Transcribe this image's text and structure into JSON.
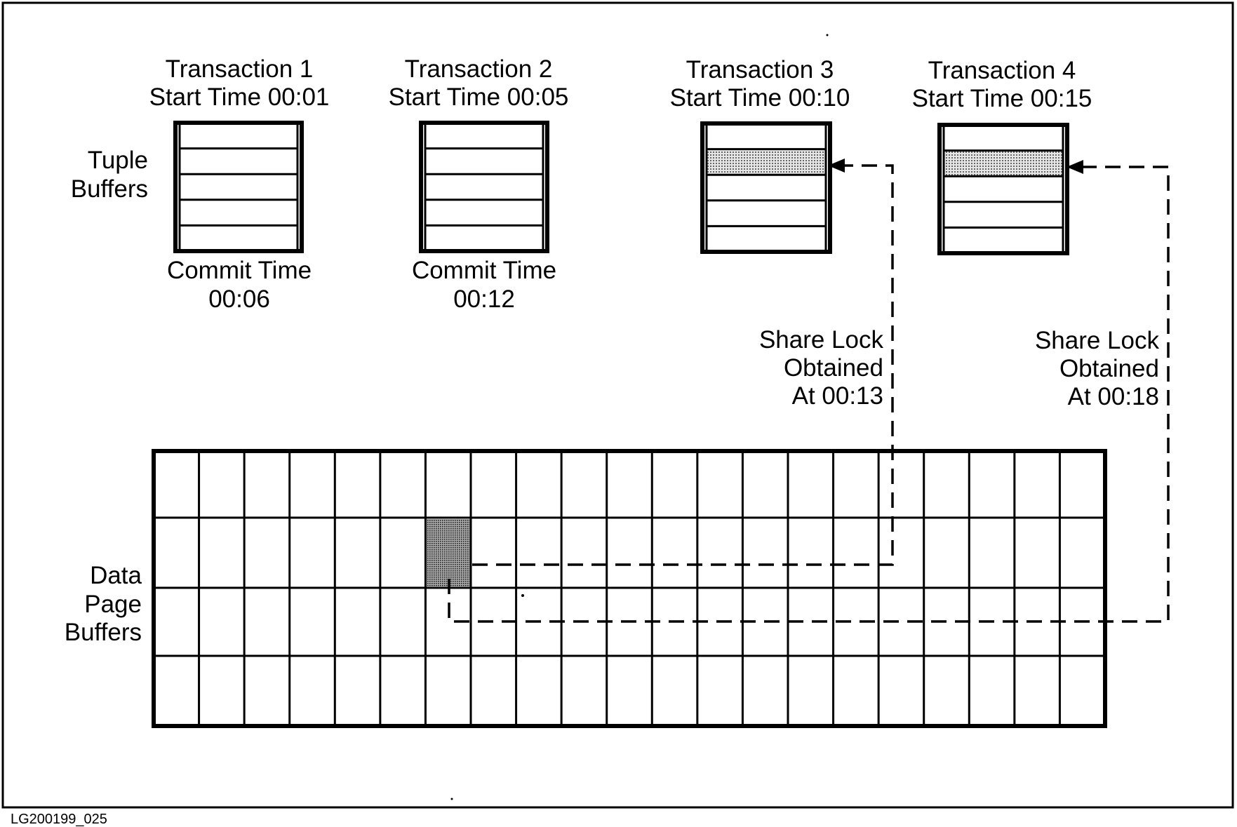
{
  "transactions": [
    {
      "name": "Transaction 1",
      "start": "Start Time 00:01",
      "commit_label": "Commit Time",
      "commit_time": "00:06",
      "highlight_row": null
    },
    {
      "name": "Transaction 2",
      "start": "Start Time 00:05",
      "commit_label": "Commit Time",
      "commit_time": "00:12",
      "highlight_row": null
    },
    {
      "name": "Transaction 3",
      "start": "Start Time 00:10",
      "commit_label": "",
      "commit_time": "",
      "highlight_row": 1
    },
    {
      "name": "Transaction 4",
      "start": "Start Time 00:15",
      "commit_label": "",
      "commit_time": "",
      "highlight_row": 1
    }
  ],
  "labels": {
    "tuple_buffers": [
      "Tuple",
      "Buffers"
    ],
    "data_page_buffers": [
      "Data",
      "Page",
      "Buffers"
    ],
    "figure_id": "LG200199_025"
  },
  "locks": [
    {
      "lines": [
        "Share Lock",
        "Obtained",
        "At 00:13"
      ],
      "transaction": 3
    },
    {
      "lines": [
        "Share Lock",
        "Obtained",
        "At 00:18"
      ],
      "transaction": 4
    }
  ],
  "data_page": {
    "rows": 4,
    "cols": 21,
    "shaded_cell": {
      "row": 1,
      "col": 6
    }
  },
  "tuple_buffer_rows": 5,
  "colors": {
    "line": "#000000",
    "shade": "#bdbdbd",
    "background": "#ffffff"
  }
}
